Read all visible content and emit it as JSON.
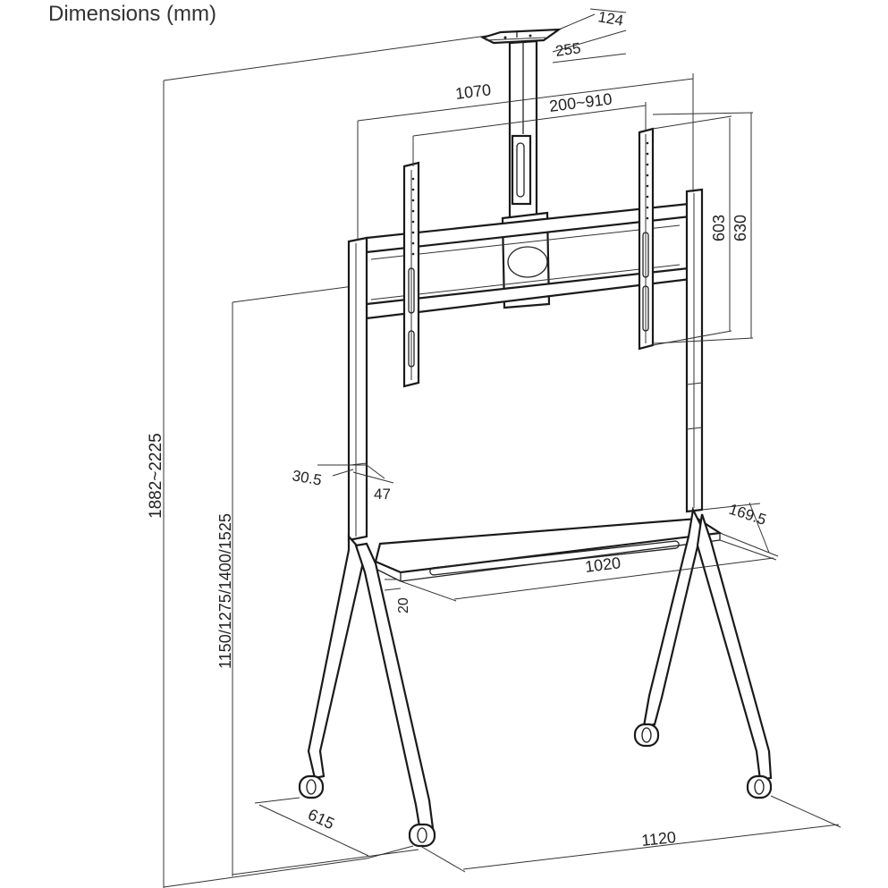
{
  "title": "Dimensions (mm)",
  "dimensions": {
    "total_height": "1882~2225",
    "mount_height": "1150/1275/1400/1525",
    "width_1070": "1070",
    "vesa_range": "200~910",
    "top_124": "124",
    "top_255": "255",
    "height_603": "603",
    "height_630": "630",
    "tube_305": "30.5",
    "tube_47": "47",
    "shelf_depth": "169.5",
    "shelf_width": "1020",
    "shelf_20": "20",
    "base_depth": "615",
    "base_width": "1120"
  }
}
